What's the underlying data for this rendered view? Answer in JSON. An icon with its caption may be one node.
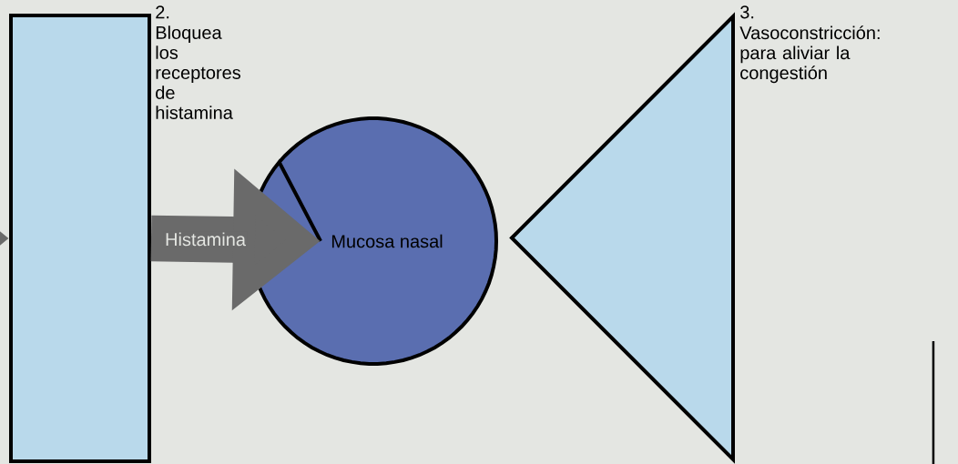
{
  "diagram": {
    "nodes": [
      {
        "text": [],
        "shape": "bar",
        "beside": [
          "2.",
          "Bloquea los receptores de histamina"
        ]
      },
      {
        "text": [
          "Mucosa nasal"
        ]
      },
      {
        "text": [],
        "shape": "triangle",
        "beside": [
          "3.",
          "Vasoconstricción: para aliviar la congestión"
        ]
      }
    ],
    "edges": [
      {
        "from": null,
        "to": 0,
        "arrow": "to"
      },
      {
        "from": 0,
        "to": 1,
        "arrow": "to",
        "label": "Histamina"
      }
    ]
  }
}
